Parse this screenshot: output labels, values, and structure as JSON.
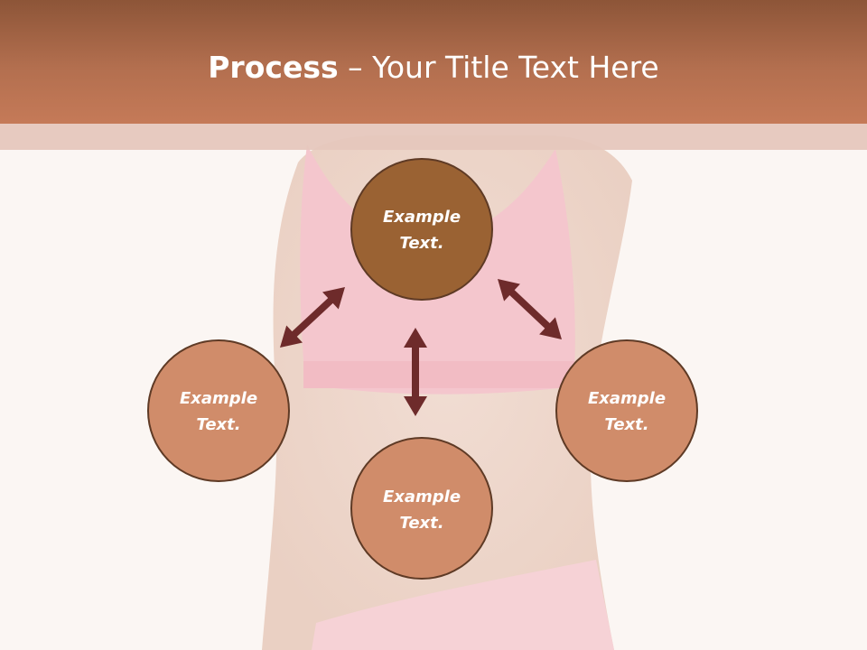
{
  "header": {
    "title_bold": "Process",
    "title_rest": " – Your Title Text Here",
    "background_color": "#b36f4f"
  },
  "colors": {
    "center_fill": "#9a6233",
    "outer_fill": "#d08c6a",
    "circle_stroke": "#5e3a25",
    "arrow_fill": "#6e2b2b"
  },
  "diagram": {
    "center": {
      "line1": "Example",
      "line2": "Text."
    },
    "left": {
      "line1": "Example",
      "line2": "Text."
    },
    "bottom": {
      "line1": "Example",
      "line2": "Text."
    },
    "right": {
      "line1": "Example",
      "line2": "Text."
    }
  }
}
